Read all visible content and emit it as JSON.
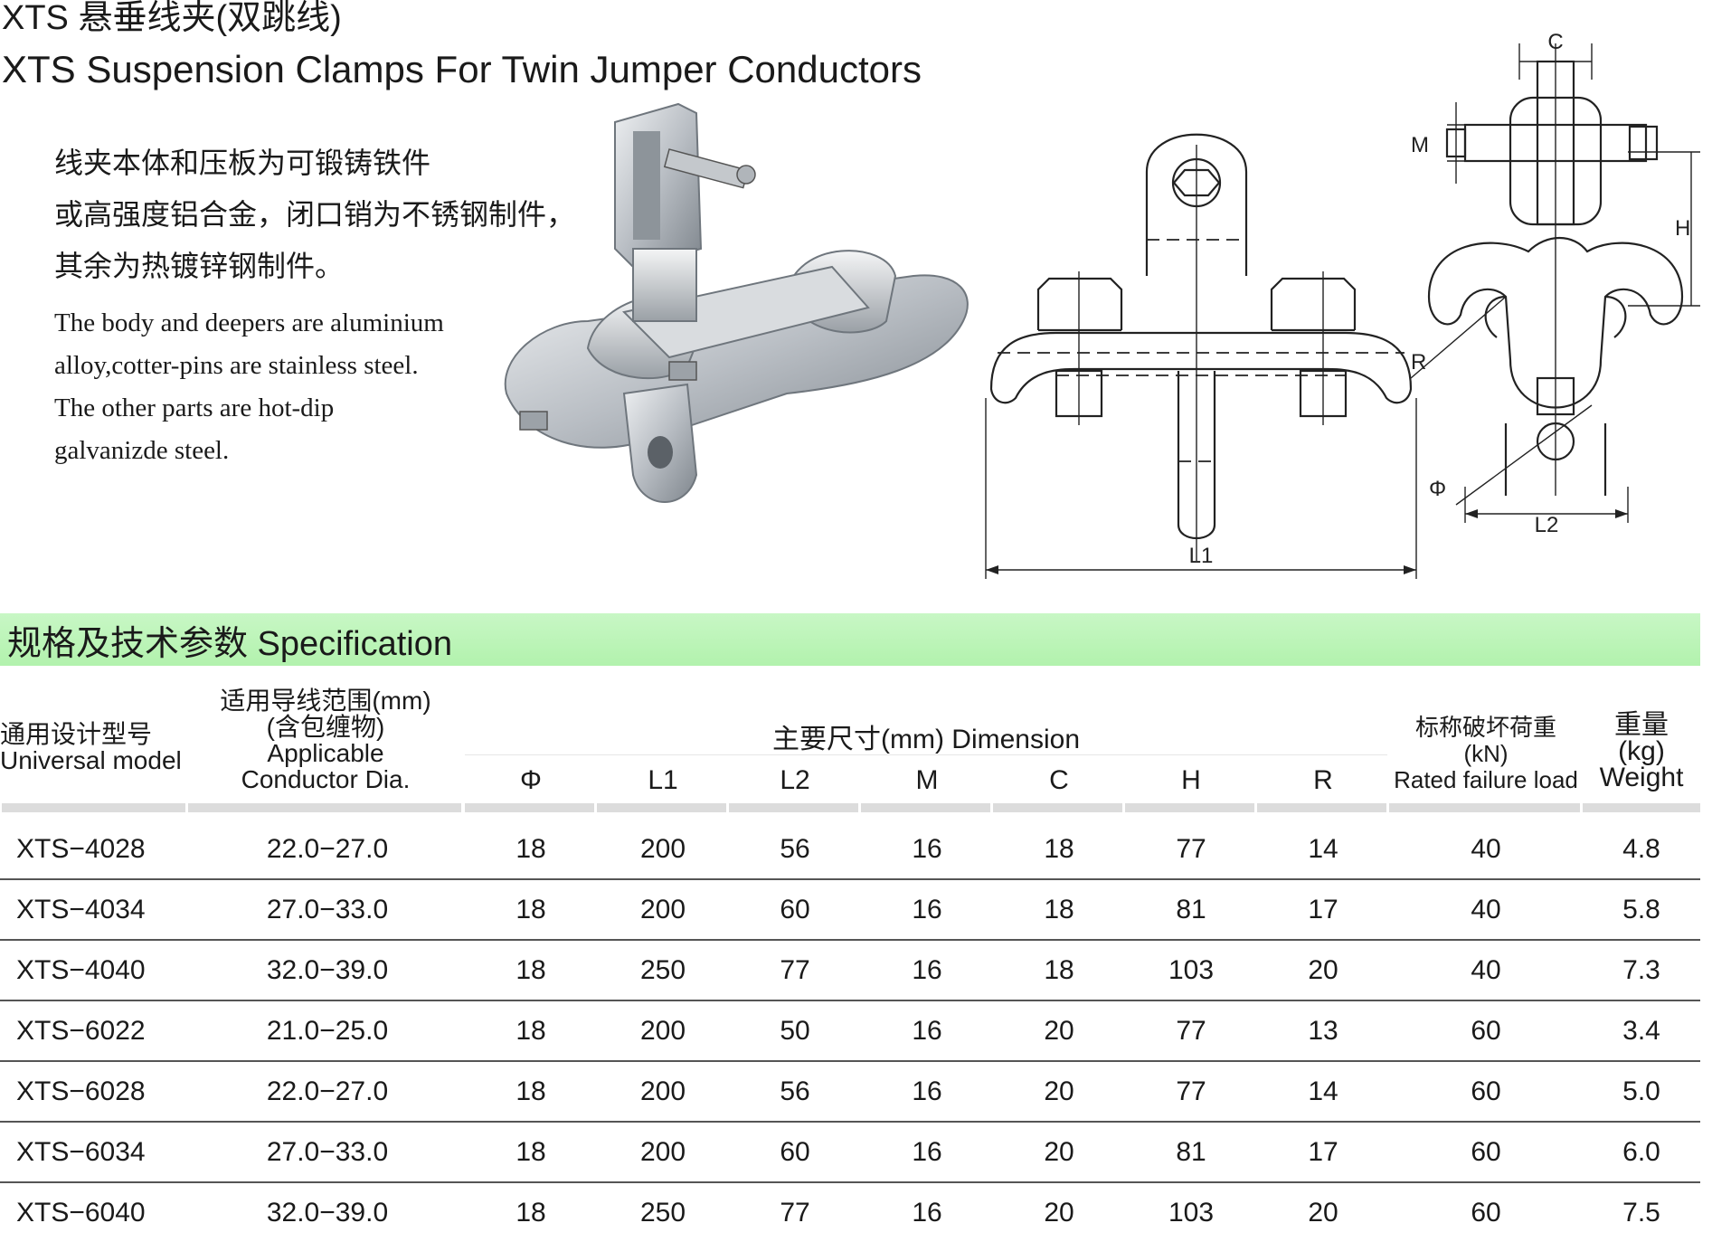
{
  "header": {
    "title_cn": "XTS  悬垂线夹(双跳线)",
    "title_en": "XTS  Suspension Clamps For Twin Jumper Conductors"
  },
  "description": {
    "cn_lines": [
      "线夹本体和压板为可锻铸铁件",
      "或高强度铝合金，闭口销为不锈钢制件，",
      "其余为热镀锌钢制件。"
    ],
    "en_lines": [
      "The body and deepers are aluminium",
      "alloy,cotter-pins are stainless steel.",
      "The other parts are hot-dip",
      "galvanizde steel."
    ]
  },
  "drawings": {
    "labels": {
      "c": "C",
      "m": "M",
      "h": "H",
      "r": "R",
      "phi": "Φ",
      "l1": "L1",
      "l2": "L2"
    }
  },
  "spec_section": {
    "title": "规格及技术参数  Specification"
  },
  "table": {
    "headers": {
      "model_cn": "通用设计型号",
      "model_en": "Universal  model",
      "dia_cn1": "适用导线范围(mm)",
      "dia_cn2": "(含包缠物)",
      "dia_en1": "Applicable",
      "dia_en2": "Conductor Dia.",
      "dimension": "主要尺寸(mm)  Dimension",
      "phi": "Φ",
      "l1": "L1",
      "l2": "L2",
      "m": "M",
      "c": "C",
      "h": "H",
      "r": "R",
      "load_cn": "标称破坏荷重",
      "load_unit": "(kN)",
      "load_en": "Rated failure load",
      "weight_cn": "重量",
      "weight_unit": "(kg)",
      "weight_en": "Weight"
    },
    "rows": [
      [
        "XTS−4028",
        "22.0−27.0",
        "18",
        "200",
        "56",
        "16",
        "18",
        "77",
        "14",
        "40",
        "4.8"
      ],
      [
        "XTS−4034",
        "27.0−33.0",
        "18",
        "200",
        "60",
        "16",
        "18",
        "81",
        "17",
        "40",
        "5.8"
      ],
      [
        "XTS−4040",
        "32.0−39.0",
        "18",
        "250",
        "77",
        "16",
        "18",
        "103",
        "20",
        "40",
        "7.3"
      ],
      [
        "XTS−6022",
        "21.0−25.0",
        "18",
        "200",
        "50",
        "16",
        "20",
        "77",
        "13",
        "60",
        "3.4"
      ],
      [
        "XTS−6028",
        "22.0−27.0",
        "18",
        "200",
        "56",
        "16",
        "20",
        "77",
        "14",
        "60",
        "5.0"
      ],
      [
        "XTS−6034",
        "27.0−33.0",
        "18",
        "200",
        "60",
        "16",
        "20",
        "81",
        "17",
        "60",
        "6.0"
      ],
      [
        "XTS−6040",
        "32.0−39.0",
        "18",
        "250",
        "77",
        "16",
        "20",
        "103",
        "20",
        "60",
        "7.5"
      ]
    ]
  }
}
